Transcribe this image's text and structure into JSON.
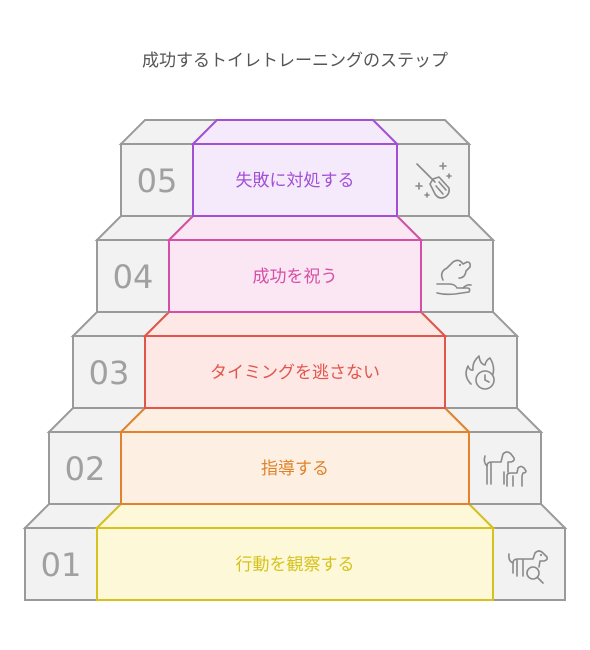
{
  "title": "成功するトイレトレーニングのステップ",
  "steps": [
    {
      "number": "01",
      "label": "行動を観察する",
      "icon": "dog-magnifier-icon",
      "color": "#d6c21f",
      "fill": "#fdf9d8"
    },
    {
      "number": "02",
      "label": "指導する",
      "icon": "dogs-icon",
      "color": "#e0832c",
      "fill": "#fdefe2"
    },
    {
      "number": "03",
      "label": "タイミングを逃さない",
      "icon": "clock-fire-icon",
      "color": "#e0564b",
      "fill": "#fde8e6"
    },
    {
      "number": "04",
      "label": "成功を祝う",
      "icon": "hand-dog-icon",
      "color": "#d64fa6",
      "fill": "#fbe6f3"
    },
    {
      "number": "05",
      "label": "失敗に対処する",
      "icon": "broom-sparkle-icon",
      "color": "#a24fd6",
      "fill": "#f5e9fc"
    }
  ]
}
